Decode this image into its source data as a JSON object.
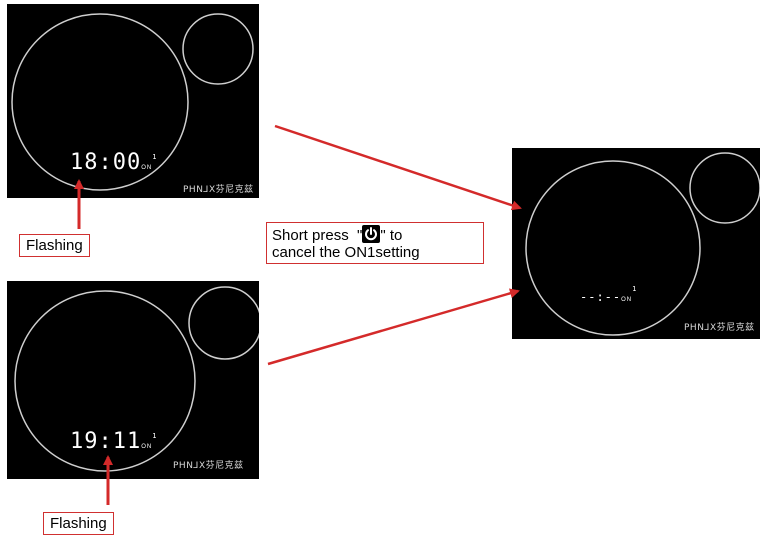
{
  "screens": [
    {
      "time": "18:00",
      "on_label": "ON",
      "index": "1",
      "brand": "PHN⅃X芬尼克兹"
    },
    {
      "time": "19:11",
      "on_label": "ON",
      "index": "1",
      "brand": "PHN⅃X芬尼克兹"
    },
    {
      "time": "--:--",
      "on_label": "ON",
      "index": "1",
      "brand": "PHN⅃X芬尼克兹"
    }
  ],
  "labels": {
    "flashing_top": "Flashing",
    "flashing_bottom": "Flashing"
  },
  "instruction": {
    "before_icon": "Short press  \"",
    "icon": "power-icon",
    "after_icon": "\" to",
    "line2": "cancel the ON1setting"
  },
  "colors": {
    "screen_bg": "#000000",
    "ring": "#cfcfcf",
    "arrow": "#d42a2a",
    "label_border": "#d03030"
  }
}
